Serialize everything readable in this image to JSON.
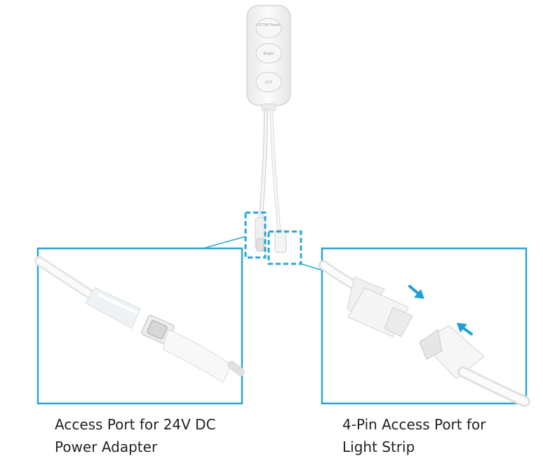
{
  "controller": {
    "buttons": [
      "CCT/W Power",
      "Bright",
      "CCT"
    ]
  },
  "colors": {
    "callout": "#2aa6d6",
    "device_body": "#f4f4f4",
    "device_outline": "#d8d8d8",
    "arrow": "#1e9fd6"
  },
  "captions": {
    "left": {
      "line1": "Access Port for 24V DC",
      "line2": "Power Adapter"
    },
    "right": {
      "line1": "4-Pin Access Port for",
      "line2": "Light Strip"
    }
  },
  "icons": [
    "arrow-right-down-icon",
    "arrow-left-up-icon"
  ]
}
